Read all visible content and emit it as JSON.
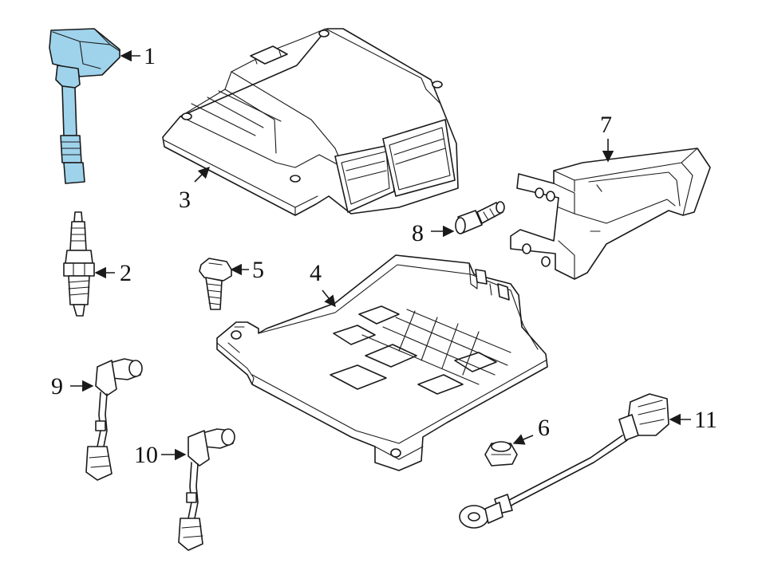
{
  "colors": {
    "line": "#1a1a1a",
    "highlight": "#9fd3ec",
    "background": "#ffffff"
  },
  "callouts": [
    {
      "id": "1",
      "label": "1"
    },
    {
      "id": "2",
      "label": "2"
    },
    {
      "id": "3",
      "label": "3"
    },
    {
      "id": "4",
      "label": "4"
    },
    {
      "id": "5",
      "label": "5"
    },
    {
      "id": "6",
      "label": "6"
    },
    {
      "id": "7",
      "label": "7"
    },
    {
      "id": "8",
      "label": "8"
    },
    {
      "id": "9",
      "label": "9"
    },
    {
      "id": "10",
      "label": "10"
    },
    {
      "id": "11",
      "label": "11"
    }
  ],
  "highlighted_part": "1"
}
